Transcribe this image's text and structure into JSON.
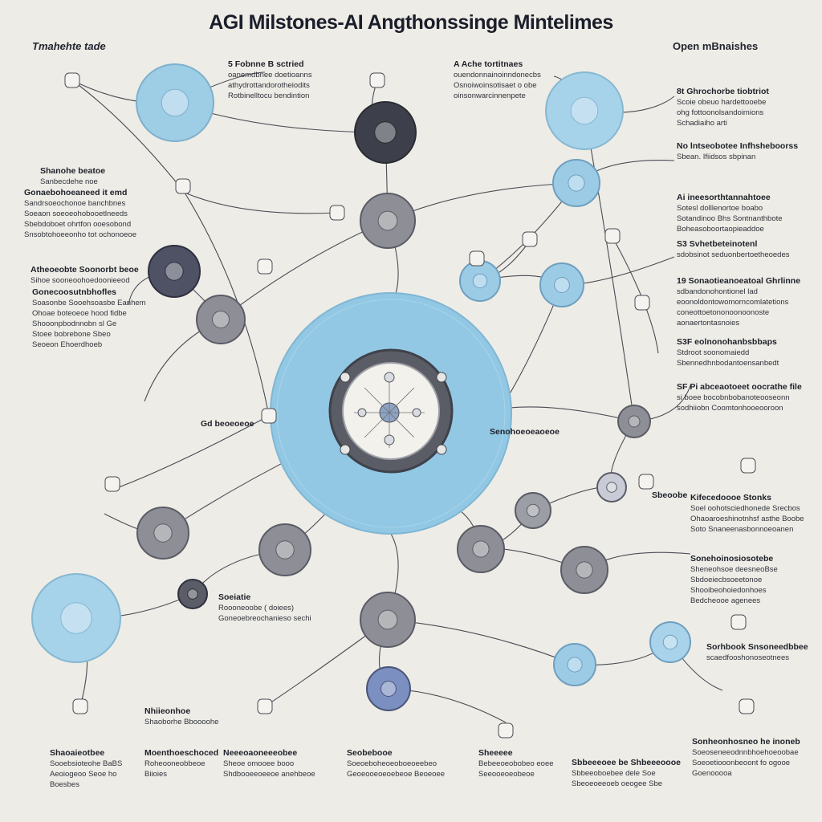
{
  "title": "AGI Milstones-AI Angthonssinge Mintelimes",
  "corner_left": "Tmahehte tade",
  "corner_right": "Open mBnaishes",
  "colors": {
    "background": "#eeece6",
    "accent_blue": "#8fc3df",
    "node_gray": "#8e8f96",
    "node_dark": "#3d3f4a",
    "line": "#4a4c55"
  },
  "labels": {
    "top_left": {
      "head": "5 Fobnne B sctried",
      "lines": [
        "oanemdbnee doetioanns",
        "athydrottandorotheiodits",
        "Rotbinelltocu bendintion"
      ]
    },
    "top_center": {
      "head": "A Ache tortitnaes",
      "lines": [
        "ouendonnainoinndonecbs",
        "Osnoiwoinsotisaet o obe",
        "oinsonwarcinnenpete"
      ]
    },
    "right_1": {
      "head": "8t Ghrochorbe tiobtriot",
      "lines": [
        "Scoie obeuo hardettooebe",
        "ohg fottoonolsandoimions",
        "Schadiaiho arti"
      ]
    },
    "right_2": {
      "head": "No lntseobotee Infhsheboorss",
      "lines": [
        "Sbean. Ifiidsos sbpinan"
      ]
    },
    "right_3": {
      "head": "Ai ineesorthtannahtoee",
      "lines": [
        "Sotesl dolllenortoe boabo",
        "Sotandinoo Bhs Sontnanthbote",
        "Boheasoboortaopieaddoe"
      ]
    },
    "right_4": {
      "head": "S3 Svhetbeteinotenl",
      "lines": [
        "sdobsinot seduonbertoetheoedes"
      ]
    },
    "right_5": {
      "head": "19 Sonaotieanoeatoal Ghrlinne",
      "lines": [
        "sdbandonohontionel lad",
        "eoonoldontowomorncomlatetions",
        "coneottoetononoonoonoste",
        "aonaertontasnoies"
      ]
    },
    "right_6": {
      "head": "S3F eolnonohanbsbbaps",
      "lines": [
        "Stdroot soonomaiedd",
        "Sbennedhnbodantoensanbedt"
      ]
    },
    "right_7": {
      "head": "SF Pi abceaotoeet oocrathe file",
      "lines": [
        "si boee bocobnbobanoteooseonn",
        "sodhiiobn Coomtonhooeooroon"
      ]
    },
    "right_8": {
      "head": "Kifecedoooe Stonks",
      "lines": [
        "Soel oohotsciedhonede Srecbos",
        "Ohaoaroeshinotnhsf asthe Boobe",
        "Soto Snaneenasbonnoeoanen"
      ]
    },
    "right_9": {
      "head": "Sonehoinosiosotebe",
      "lines": [
        "Sheneohsoe deesneoBse",
        "Sbdoeiecbsoeetonoe",
        "Shooibeohoiedonhoes",
        "Bedcheooe agenees"
      ]
    },
    "right_10": {
      "head": "Sorhbook Snsoneedbbee",
      "lines": [
        "scaedfooshonoseotnees"
      ]
    },
    "bottom_right": {
      "head": "Sonheonhosneo he inoneb",
      "lines": [
        "Soeoseneeodnnbhoehoeoobae",
        "Soeoetiooonbeoont fo ogooe",
        "Goenooooa"
      ]
    },
    "left_1": {
      "head": "Shanohe beatoe",
      "lines": [
        "Sanbecdehe noe"
      ]
    },
    "left_2": {
      "head": "Gonaebohoeaneed it emd",
      "lines": [
        "Sandrsoeochonoe banchbnes",
        "Soeaon soeoeohobooetlneeds",
        "Sbebdoboet ohrtfon ooesobond",
        "Snsobtohoeeonho tot ochonoeoe"
      ]
    },
    "left_3": {
      "head": "Atheoeobte Soonorbt beoe",
      "lines": [
        "Sihoe sooneoohoedoonieeod"
      ]
    },
    "left_4": {
      "head": "Gonecoosutnbhofles",
      "lines": [
        "Soasonbe Sooehsoasbe Eanhem",
        "Ohoae boteoeoe hood fidbe",
        "Shooonpbodnnobn sl Ge",
        "Stoee bobrebone Sbeo",
        "Seoeon Ehoerdhoeb"
      ]
    },
    "mid_left": {
      "head": "Soeiatie",
      "lines": [
        "Roooneoobe ( doiees)",
        "Goneoebreochanieso sechi"
      ]
    },
    "bottom_1": {
      "head": "Shaoaieotbee",
      "lines": [
        "Sooebsioteohe BaBS",
        "Aeoiogeoo Seoe ho",
        "Boesbes"
      ]
    },
    "bottom_2": {
      "head": "Nhiieonhoe",
      "lines": [
        "Shaoborhe Bboooohe"
      ]
    },
    "bottom_3": {
      "head": "Moenthoeschoced",
      "lines": [
        "Roheooneobbeoe",
        "Biioies"
      ]
    },
    "bottom_4": {
      "head": "Neeeoaoneeeobee",
      "lines": [
        "Sheoe omooee booo",
        "Shdbooeeoeeoe anehbeoe"
      ]
    },
    "bottom_5": {
      "head": "Seobebooe",
      "lines": [
        "Soeoeboheoeoboeoeebeo",
        "Geoeooeoeoebeoe Beoeoee"
      ]
    },
    "bottom_6": {
      "head": "Sheeeee",
      "lines": [
        "Bebeeoeobobeo eoee",
        "Seeooeoeobeoe"
      ]
    },
    "bottom_7": {
      "head": "Sbbeeeoee be Shbeeeoooe",
      "lines": [
        "Sbbeeoboebee dele Soe",
        "Sbeoeoeeoeb oeogee Sbe"
      ]
    },
    "mid_small_1": {
      "head": "Sbeoobe",
      "lines": []
    },
    "mid_small_2": {
      "head": "Gd beoeoeoe",
      "lines": []
    },
    "mid_small_3": {
      "head": "Senohoeoeaoeoe",
      "lines": []
    }
  }
}
